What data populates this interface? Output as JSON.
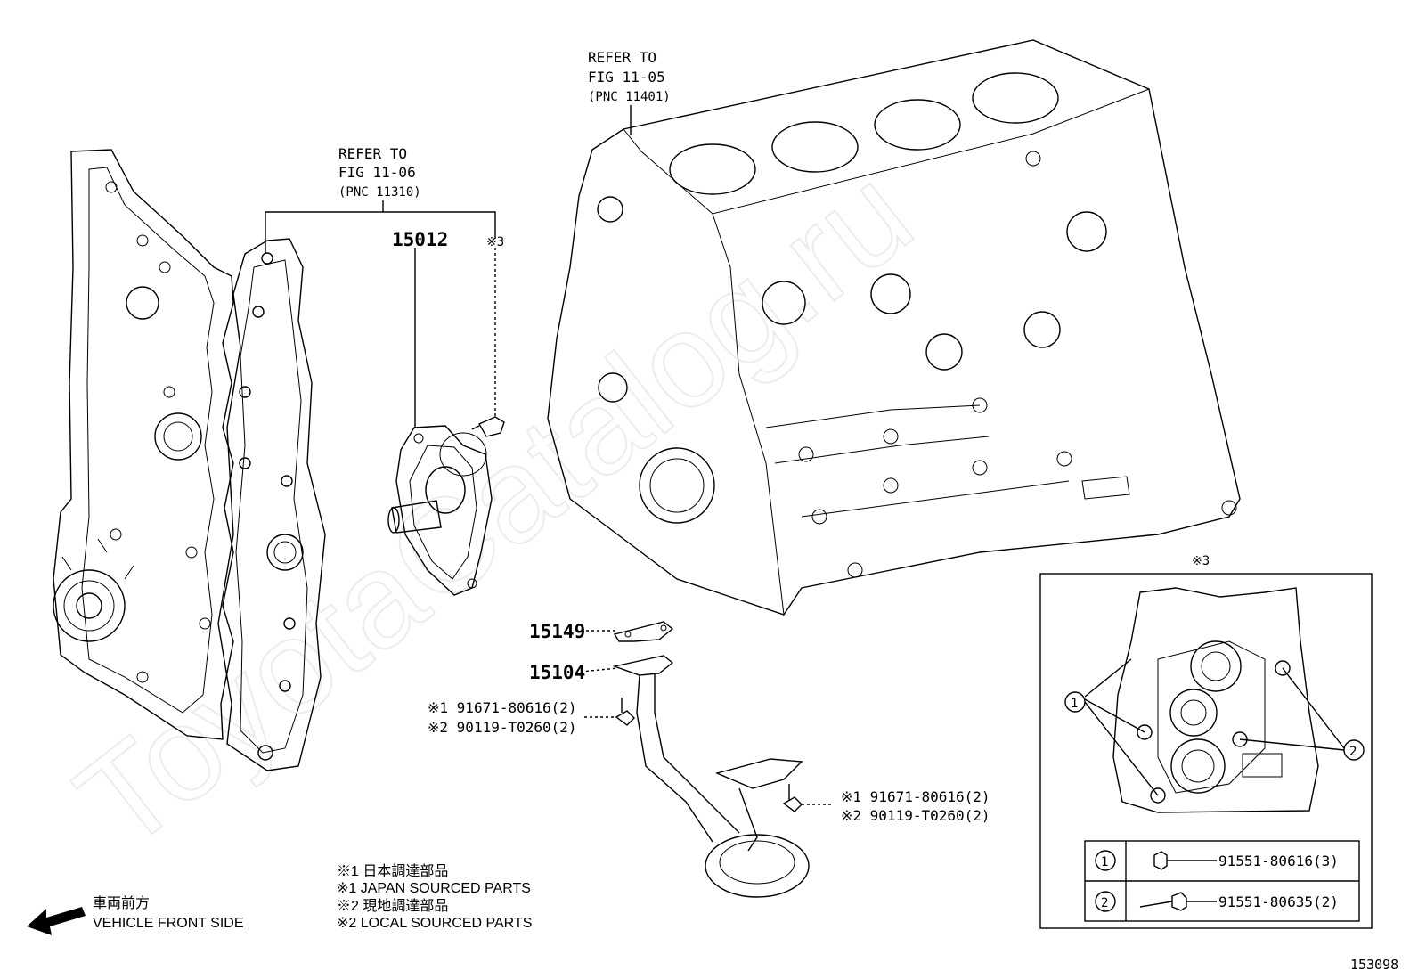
{
  "watermark": "ToyotaCatalog.ru",
  "refer_top": {
    "line1": "REFER TO",
    "line2": "FIG 11-05",
    "line3": "(PNC 11401)"
  },
  "refer_left": {
    "line1": "REFER TO",
    "line2": "FIG 11-06",
    "line3": "(PNC 11310)"
  },
  "parts": {
    "p15012": "15012",
    "p15149": "15149",
    "p15104": "15104",
    "mark3_top": "※3",
    "mark3_detail": "※3"
  },
  "bolts_left": {
    "line1": "※1  91671-80616(2)",
    "line2": "※2  90119-T0260(2)"
  },
  "bolts_right": {
    "line1": "※1  91671-80616(2)",
    "line2": "※2  90119-T0260(2)"
  },
  "legend_notes": [
    "※1  日本調達部品",
    "※1  JAPAN SOURCED PARTS",
    "※2  現地調達部品",
    "※2  LOCAL SOURCED PARTS"
  ],
  "direction": {
    "jp": "車両前方",
    "en": "VEHICLE FRONT SIDE"
  },
  "detail": {
    "callout1": "1",
    "callout2": "2",
    "table": [
      {
        "num": "1",
        "part": "91551-80616(3)"
      },
      {
        "num": "2",
        "part": "91551-80635(2)"
      }
    ]
  },
  "figure_id": "153098"
}
